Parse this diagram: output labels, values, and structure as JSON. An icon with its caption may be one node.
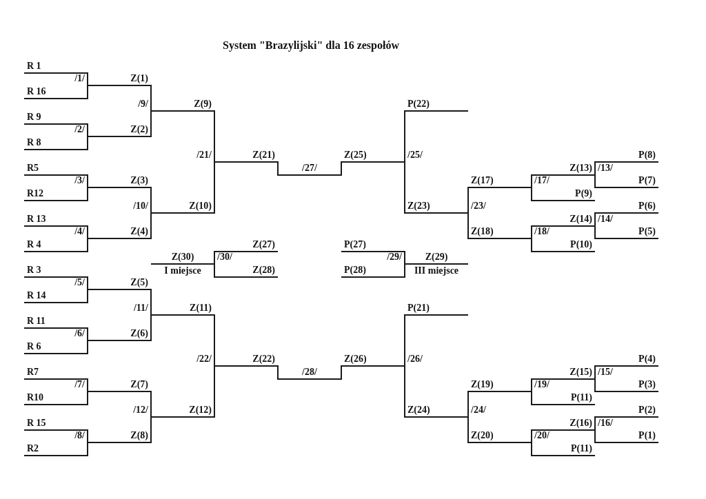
{
  "diagram": {
    "title": "System \"Brazylijski\" dla 16 zespołów",
    "nodes": [
      {
        "text": [
          "R 1"
        ]
      },
      {
        "text": [
          "Z(1)"
        ]
      },
      {
        "text": [
          "R 16"
        ]
      },
      {
        "text": [
          "Z(9)"
        ]
      },
      {
        "text": [
          "P(22)"
        ]
      },
      {
        "text": [
          "R 9"
        ]
      },
      {
        "text": [
          "Z(2)"
        ]
      },
      {
        "text": [
          "R 8"
        ]
      },
      {
        "text": [
          "Z(21)"
        ]
      },
      {
        "text": [
          "Z(25)"
        ]
      },
      {
        "text": [
          "P(8)"
        ]
      },
      {
        "text": [
          "R5"
        ]
      },
      {
        "text": [
          "/27/"
        ]
      },
      {
        "text": [
          "Z(13)"
        ]
      },
      {
        "text": [
          "Z(3)"
        ]
      },
      {
        "text": [
          "Z(17)"
        ]
      },
      {
        "text": [
          "P(7)"
        ]
      },
      {
        "text": [
          "R12"
        ]
      },
      {
        "text": [
          "P(9)"
        ]
      },
      {
        "text": [
          "Z(10)"
        ]
      },
      {
        "text": [
          "Z(23)"
        ]
      },
      {
        "text": [
          "P(6)"
        ]
      },
      {
        "text": [
          "R 13"
        ]
      },
      {
        "text": [
          "Z(14)"
        ]
      },
      {
        "text": [
          "Z(4)"
        ]
      },
      {
        "text": [
          "Z(18)"
        ]
      },
      {
        "text": [
          "P(5)"
        ]
      },
      {
        "text": [
          "R 4"
        ]
      },
      {
        "text": [
          "Z(27)"
        ]
      },
      {
        "text": [
          "P(27)"
        ]
      },
      {
        "text": [
          "P(10)"
        ]
      },
      {
        "text": [
          "Z(30)",
          "I miejsce"
        ]
      },
      {
        "text": [
          "Z(29)",
          "III miejsce"
        ]
      },
      {
        "text": [
          "R 3"
        ]
      },
      {
        "text": [
          "Z(28)"
        ]
      },
      {
        "text": [
          "P(28)"
        ]
      },
      {
        "text": [
          "Z(5)"
        ]
      },
      {
        "text": [
          "R 14"
        ]
      },
      {
        "text": [
          "Z(11)"
        ]
      },
      {
        "text": [
          "P(21)"
        ]
      },
      {
        "text": [
          "R 11"
        ]
      },
      {
        "text": [
          "Z(6)"
        ]
      },
      {
        "text": [
          "R 6"
        ]
      },
      {
        "text": [
          "Z(22)"
        ]
      },
      {
        "text": [
          "Z(26)"
        ]
      },
      {
        "text": [
          "P(4)"
        ]
      },
      {
        "text": [
          "R7"
        ]
      },
      {
        "text": [
          "/28/"
        ]
      },
      {
        "text": [
          "Z(15)"
        ]
      },
      {
        "text": [
          "Z(7)"
        ]
      },
      {
        "text": [
          "Z(19)"
        ]
      },
      {
        "text": [
          "P(3)"
        ]
      },
      {
        "text": [
          "R10"
        ]
      },
      {
        "text": [
          "P(11)"
        ]
      },
      {
        "text": [
          "Z(12)"
        ]
      },
      {
        "text": [
          "Z(24)"
        ]
      },
      {
        "text": [
          "P(2)"
        ]
      },
      {
        "text": [
          "R 15"
        ]
      },
      {
        "text": [
          "Z(16)"
        ]
      },
      {
        "text": [
          "Z(8)"
        ]
      },
      {
        "text": [
          "Z(20)"
        ]
      },
      {
        "text": [
          "P(1)"
        ]
      },
      {
        "text": [
          "R2"
        ]
      },
      {
        "text": [
          "P(11)"
        ]
      }
    ],
    "edges": [
      {
        "from": 0,
        "to": 1,
        "arrow": "none"
      },
      {
        "from": 2,
        "to": 1,
        "arrow": "none"
      },
      {
        "from": 5,
        "to": 6,
        "arrow": "none"
      },
      {
        "from": 7,
        "to": 6,
        "arrow": "none"
      },
      {
        "from": 1,
        "to": 3,
        "arrow": "none"
      },
      {
        "from": 6,
        "to": 3,
        "arrow": "none"
      },
      {
        "from": 11,
        "to": 14,
        "arrow": "none"
      },
      {
        "from": 17,
        "to": 14,
        "arrow": "none"
      },
      {
        "from": 22,
        "to": 24,
        "arrow": "none"
      },
      {
        "from": 27,
        "to": 24,
        "arrow": "none"
      },
      {
        "from": 14,
        "to": 19,
        "arrow": "none"
      },
      {
        "from": 24,
        "to": 19,
        "arrow": "none"
      },
      {
        "from": 3,
        "to": 8,
        "arrow": "none"
      },
      {
        "from": 19,
        "to": 8,
        "arrow": "none"
      },
      {
        "from": 33,
        "to": 36,
        "arrow": "none"
      },
      {
        "from": 37,
        "to": 36,
        "arrow": "none"
      },
      {
        "from": 40,
        "to": 41,
        "arrow": "none"
      },
      {
        "from": 42,
        "to": 41,
        "arrow": "none"
      },
      {
        "from": 36,
        "to": 38,
        "arrow": "none"
      },
      {
        "from": 41,
        "to": 38,
        "arrow": "none"
      },
      {
        "from": 46,
        "to": 49,
        "arrow": "none"
      },
      {
        "from": 52,
        "to": 49,
        "arrow": "none"
      },
      {
        "from": 57,
        "to": 59,
        "arrow": "none"
      },
      {
        "from": 62,
        "to": 59,
        "arrow": "none"
      },
      {
        "from": 49,
        "to": 54,
        "arrow": "none"
      },
      {
        "from": 59,
        "to": 54,
        "arrow": "none"
      },
      {
        "from": 38,
        "to": 43,
        "arrow": "none"
      },
      {
        "from": 54,
        "to": 43,
        "arrow": "none"
      },
      {
        "from": 8,
        "to": 12,
        "arrow": "none"
      },
      {
        "from": 9,
        "to": 12,
        "arrow": "none"
      },
      {
        "from": 43,
        "to": 47,
        "arrow": "none"
      },
      {
        "from": 44,
        "to": 47,
        "arrow": "none"
      },
      {
        "from": 10,
        "to": 13,
        "arrow": "none"
      },
      {
        "from": 16,
        "to": 13,
        "arrow": "none"
      },
      {
        "from": 13,
        "to": 15,
        "arrow": "none"
      },
      {
        "from": 18,
        "to": 15,
        "arrow": "none"
      },
      {
        "from": 21,
        "to": 23,
        "arrow": "none"
      },
      {
        "from": 26,
        "to": 23,
        "arrow": "none"
      },
      {
        "from": 23,
        "to": 25,
        "arrow": "none"
      },
      {
        "from": 30,
        "to": 25,
        "arrow": "none"
      },
      {
        "from": 15,
        "to": 20,
        "arrow": "none"
      },
      {
        "from": 25,
        "to": 20,
        "arrow": "none"
      },
      {
        "from": 4,
        "to": 9,
        "arrow": "none"
      },
      {
        "from": 20,
        "to": 9,
        "arrow": "none"
      },
      {
        "from": 45,
        "to": 48,
        "arrow": "none"
      },
      {
        "from": 51,
        "to": 48,
        "arrow": "none"
      },
      {
        "from": 48,
        "to": 50,
        "arrow": "none"
      },
      {
        "from": 53,
        "to": 50,
        "arrow": "none"
      },
      {
        "from": 56,
        "to": 58,
        "arrow": "none"
      },
      {
        "from": 61,
        "to": 58,
        "arrow": "none"
      },
      {
        "from": 58,
        "to": 60,
        "arrow": "none"
      },
      {
        "from": 63,
        "to": 60,
        "arrow": "none"
      },
      {
        "from": 50,
        "to": 55,
        "arrow": "none"
      },
      {
        "from": 60,
        "to": 55,
        "arrow": "none"
      },
      {
        "from": 39,
        "to": 44,
        "arrow": "none"
      },
      {
        "from": 55,
        "to": 44,
        "arrow": "none"
      },
      {
        "from": 28,
        "to": 31,
        "arrow": "none"
      },
      {
        "from": 34,
        "to": 31,
        "arrow": "none"
      },
      {
        "from": 29,
        "to": 32,
        "arrow": "none"
      },
      {
        "from": 35,
        "to": 32,
        "arrow": "none"
      }
    ],
    "labels": [
      "/1/",
      "/9/",
      "/2/",
      "/21/",
      "/25/",
      "/13/",
      "/3/",
      "/17/",
      "/10/",
      "/23/",
      "/14/",
      "/4/",
      "/18/",
      "/30/",
      "/29/",
      "/5/",
      "/11/",
      "/6/",
      "/22/",
      "/26/",
      "/15/",
      "/7/",
      "/19/",
      "/12/",
      "/24/",
      "/16/",
      "/8/",
      "/20/"
    ]
  }
}
